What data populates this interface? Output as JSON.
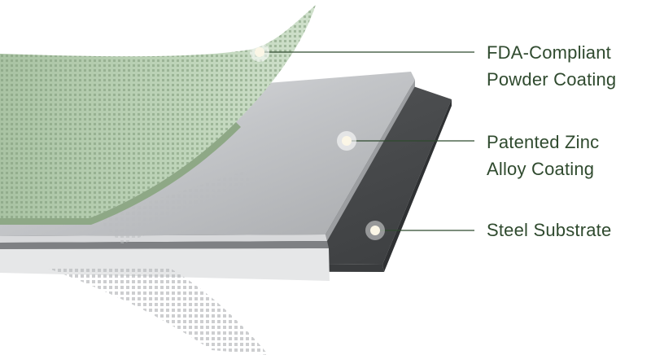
{
  "callouts": {
    "powder": {
      "line1": "FDA-Compliant",
      "line2": "Powder Coating"
    },
    "zinc": {
      "line1": "Patented Zinc",
      "line2": "Alloy Coating"
    },
    "steel": {
      "line1": "Steel Substrate"
    }
  },
  "colors": {
    "label_text": "#2f4a2e",
    "leader_line": "#2f4a2e",
    "powder_green": "#b5cdb0",
    "zinc_silver": "#c9cacc",
    "steel_dark": "#4a4c4e"
  }
}
